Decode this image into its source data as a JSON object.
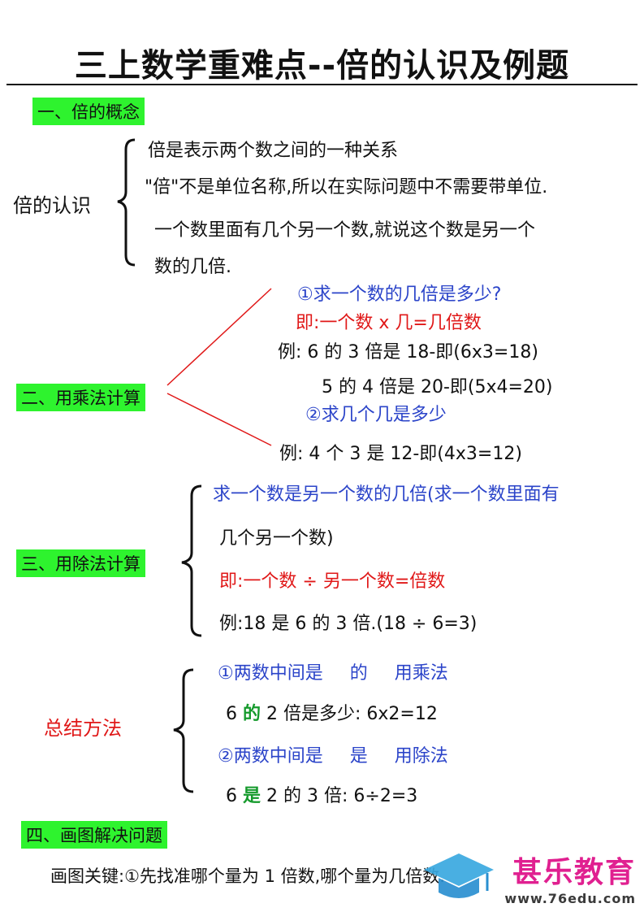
{
  "title": "三上数学重难点--倍的认识及例题",
  "section1": {
    "heading": "一、倍的概念",
    "label": "倍的认识",
    "lines": [
      "倍是表示两个数之间的一种关系",
      "\"倍\"不是单位名称,所以在实际问题中不需要带单位.",
      "一个数里面有几个另一个数,就说这个数是另一个",
      "数的几倍."
    ]
  },
  "section2": {
    "heading": "二、用乘法计算",
    "q1": "①求一个数的几倍是多少?",
    "formula": "即:一个数 x 几=几倍数",
    "ex1": "例:  6 的 3 倍是 18-即(6x3=18)",
    "ex2": "5 的 4 倍是 20-即(5x4=20)",
    "q2": "②求几个几是多少",
    "ex3": "例:  4 个 3 是 12-即(4x3=12)"
  },
  "section3": {
    "heading": "三、用除法计算",
    "q1": "求一个数是另一个数的几倍(求一个数里面有",
    "q1b": "几个另一个数)",
    "formula": "即:一个数 ÷ 另一个数=倍数",
    "ex": "例:18 是 6 的 3 倍.(18 ÷ 6=3)"
  },
  "summary": {
    "label": "总结方法",
    "r1": {
      "a": "①两数中间是",
      "b": "的",
      "c": "用乘法"
    },
    "e1": {
      "a": "6 ",
      "key": "的",
      "b": " 2 倍是多少: 6x2=12"
    },
    "r2": {
      "a": "②两数中间是",
      "b": "是",
      "c": "用除法"
    },
    "e2": {
      "a": "6 ",
      "key": "是",
      "b": " 2 的 3 倍: 6÷2=3"
    }
  },
  "section4": {
    "heading": "四、画图解决问题",
    "text": "画图关键:①先找准哪个量为 1 倍数,哪个量为几倍数."
  },
  "watermark": {
    "name": "甚乐教育",
    "url": "www.76edu.com"
  },
  "colors": {
    "highlight": "#2ef32e",
    "blue": "#2b44c9",
    "red": "#e01818",
    "green": "#159a2c",
    "logo": "#e02090"
  }
}
